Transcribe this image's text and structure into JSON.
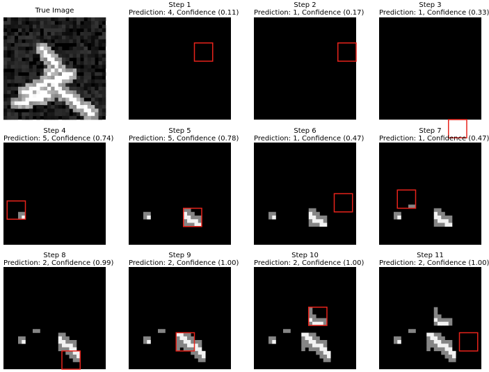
{
  "figure": {
    "panels": [
      {
        "title": "True Image",
        "subtitle": "",
        "mode": "true",
        "box": null
      },
      {
        "title": "Step 1",
        "subtitle": "Prediction: 4, Confidence (0.11)",
        "mode": "step",
        "box": [
          7,
          18
        ]
      },
      {
        "title": "Step 2",
        "subtitle": "Prediction: 1, Confidence (0.17)",
        "mode": "step",
        "box": [
          7,
          23
        ]
      },
      {
        "title": "Step 3",
        "subtitle": "Prediction: 1, Confidence (0.33)",
        "mode": "step",
        "box": [
          28,
          19
        ]
      },
      {
        "title": "Step 4",
        "subtitle": "Prediction: 5, Confidence (0.74)",
        "mode": "step",
        "box": [
          16,
          1
        ]
      },
      {
        "title": "Step 5",
        "subtitle": "Prediction: 5, Confidence (0.78)",
        "mode": "step",
        "box": [
          18,
          15
        ]
      },
      {
        "title": "Step 6",
        "subtitle": "Prediction: 1, Confidence (0.47)",
        "mode": "step",
        "box": [
          14,
          22
        ]
      },
      {
        "title": "Step 7",
        "subtitle": "Prediction: 1, Confidence (0.47)",
        "mode": "step",
        "box": [
          13,
          5
        ]
      },
      {
        "title": "Step 8",
        "subtitle": "Prediction: 2, Confidence (0.99)",
        "mode": "step",
        "box": [
          23,
          16
        ]
      },
      {
        "title": "Step 9",
        "subtitle": "Prediction: 2, Confidence (1.00)",
        "mode": "step",
        "box": [
          18,
          13
        ]
      },
      {
        "title": "Step 10",
        "subtitle": "Prediction: 2, Confidence (1.00)",
        "mode": "step",
        "box": [
          11,
          15
        ]
      },
      {
        "title": "Step 11",
        "subtitle": "Prediction: 2, Confidence (1.00)",
        "mode": "step",
        "box": [
          18,
          22
        ]
      }
    ],
    "colors": {
      "background": "#000000",
      "box": "#e8231b",
      "figure": "#ffffff"
    }
  }
}
